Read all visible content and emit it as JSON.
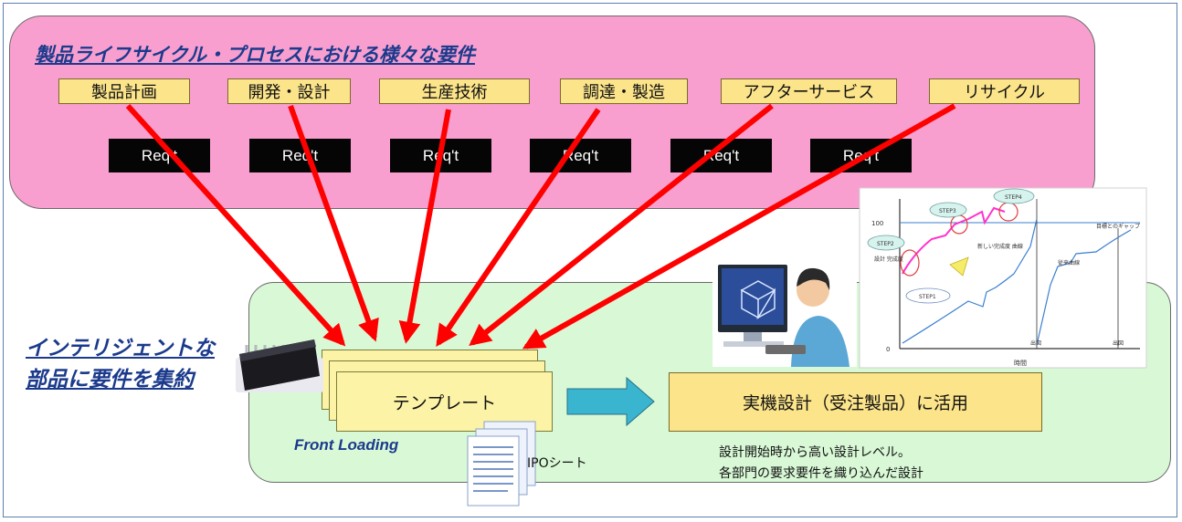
{
  "title": "製品ライフサイクル・プロセスにおける様々な要件",
  "phases": [
    "製品計画",
    "開発・設計",
    "生産技術",
    "調達・製造",
    "アフターサービス",
    "リサイクル"
  ],
  "req_label": "Req't",
  "side_label": [
    "インテリジェントな",
    "部品に要件を集約"
  ],
  "template_label": "テンプレート",
  "front_loading": "Front Loading",
  "ipo_label": "IPOシート",
  "actual_label": "実機設計（受注製品）に活用",
  "description": [
    "設計開始時から高い設計レベル。",
    "各部門の要求要件を織り込んだ設計"
  ],
  "graph": {
    "y100": "100",
    "y0": "0",
    "ylabel": "設計\n完成度",
    "xlabel": "時間",
    "steps": [
      "STEP1",
      "STEP2",
      "STEP3",
      "STEP4"
    ],
    "new_curve": "新しい完成度\n曲線",
    "old_curve": "従来曲線",
    "gap": "目標とのギャップ",
    "ship1": "出図",
    "ship2": "出図"
  },
  "colors": {
    "pink_panel": "#f89fcf",
    "green_panel": "#d8f8d6",
    "phase_fill": "#fbe48a",
    "arrow_red": "#ff0000",
    "title_blue": "#1b3a8c",
    "flow_arrow": "#3ab5cf"
  }
}
